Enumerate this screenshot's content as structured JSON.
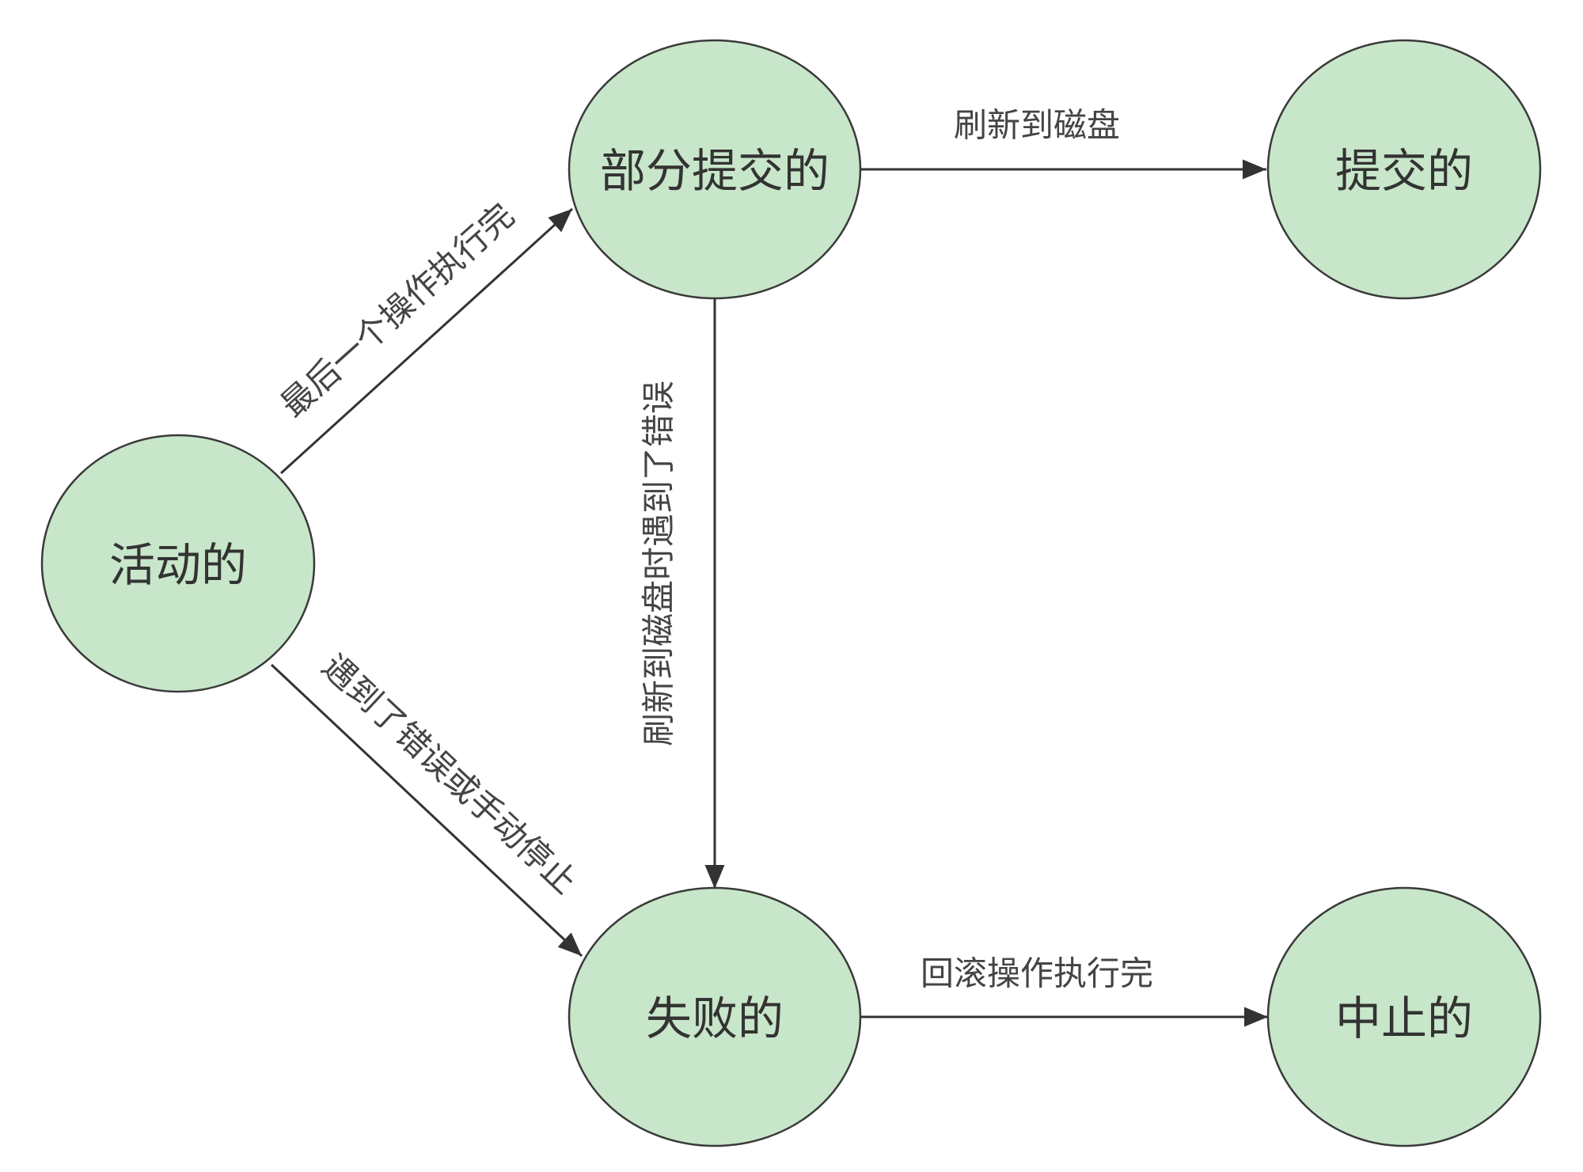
{
  "nodes": {
    "active": {
      "label": "活动的"
    },
    "partially_committed": {
      "label": "部分提交的"
    },
    "committed": {
      "label": "提交的"
    },
    "failed": {
      "label": "失败的"
    },
    "aborted": {
      "label": "中止的"
    }
  },
  "edges": {
    "active_to_partial": {
      "label": "最后一个操作执行完"
    },
    "partial_to_committed": {
      "label": "刷新到磁盘"
    },
    "partial_to_failed": {
      "label": "刷新到磁盘时遇到了错误"
    },
    "active_to_failed": {
      "label": "遇到了错误或手动停止"
    },
    "failed_to_aborted": {
      "label": "回滚操作执行完"
    }
  },
  "colors": {
    "node_fill": "#c8e6c9",
    "node_stroke": "#3a3a3a",
    "edge": "#333333"
  }
}
